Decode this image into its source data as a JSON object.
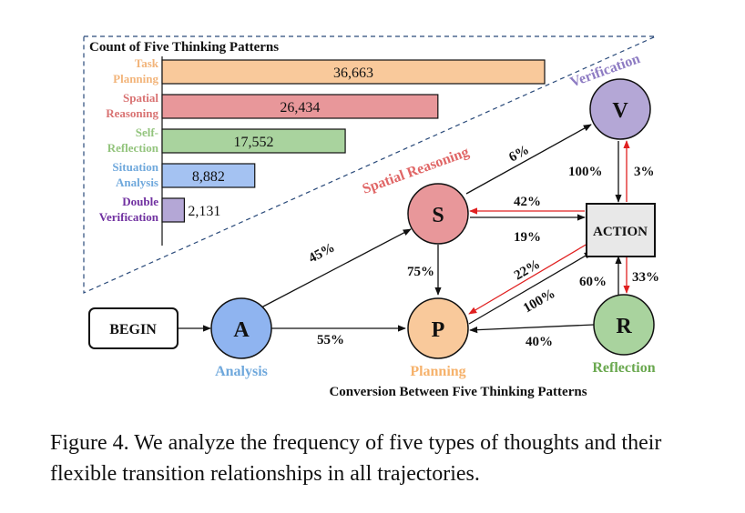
{
  "bar_chart": {
    "title": "Count of Five Thinking Patterns",
    "chart_data": {
      "type": "bar",
      "orientation": "horizontal",
      "categories": [
        "Task Planning",
        "Spatial Reasoning",
        "Self-Reflection",
        "Situation Analysis",
        "Double Verification"
      ],
      "category_lines": [
        [
          "Task",
          "Planning"
        ],
        [
          "Spatial",
          "Reasoning"
        ],
        [
          "Self-",
          "Reflection"
        ],
        [
          "Situation",
          "Analysis"
        ],
        [
          "Double",
          "Verification"
        ]
      ],
      "values": [
        36663,
        26434,
        17552,
        8882,
        2131
      ],
      "value_labels": [
        "36,663",
        "26,434",
        "17,552",
        "8,882",
        "2,131"
      ],
      "colors": [
        "#f9c99b",
        "#e8979a",
        "#a9d39e",
        "#a4c2f2",
        "#b4a7d6"
      ],
      "label_colors": [
        "#f2b47a",
        "#d97373",
        "#93c47d",
        "#6fa8dc",
        "#7030a0"
      ],
      "title": "Count of Five Thinking Patterns",
      "legend": "none",
      "grid": false
    }
  },
  "flow": {
    "title": "Conversion Between Five Thinking Patterns",
    "begin_label": "BEGIN",
    "action_label": "ACTION",
    "nodes": {
      "A": {
        "letter": "A",
        "name": "Analysis",
        "fill": "#8fb4f0",
        "name_color": "#6fa8dc"
      },
      "S": {
        "letter": "S",
        "name": "Spatial Reasoning",
        "fill": "#e8979a",
        "name_color": "#e06666"
      },
      "P": {
        "letter": "P",
        "name": "Planning",
        "fill": "#f9c99b",
        "name_color": "#f6b26b"
      },
      "V": {
        "letter": "V",
        "name": "Verification",
        "fill": "#b4a7d6",
        "name_color": "#8e7cc3"
      },
      "R": {
        "letter": "R",
        "name": "Reflection",
        "fill": "#a9d39e",
        "name_color": "#6aa84f"
      }
    },
    "edges": {
      "a_s": "45%",
      "a_p": "55%",
      "s_v": "6%",
      "action_s": "42%",
      "s_action": "19%",
      "s_p": "75%",
      "v_action": "100%",
      "action_v": "3%",
      "action_p": "22%",
      "p_action": "100%",
      "r_action": "60%",
      "action_r": "33%",
      "r_p": "40%"
    },
    "red": "#e02020"
  },
  "caption": "Figure 4. We analyze the frequency of five types of thoughts and their flexible transition relationships in all trajectories."
}
